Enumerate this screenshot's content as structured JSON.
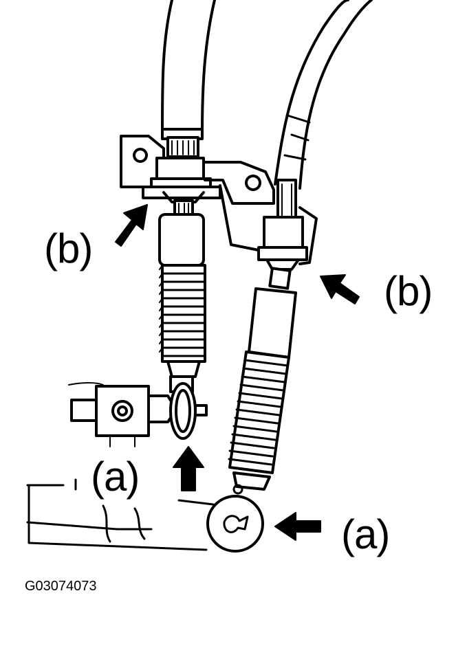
{
  "callouts": {
    "b_left": "(b)",
    "b_right": "(b)",
    "a_left": "(a)",
    "a_right": "(a)"
  },
  "figure_code": "G03074073",
  "colors": {
    "ink": "#000000",
    "paper": "#ffffff"
  }
}
